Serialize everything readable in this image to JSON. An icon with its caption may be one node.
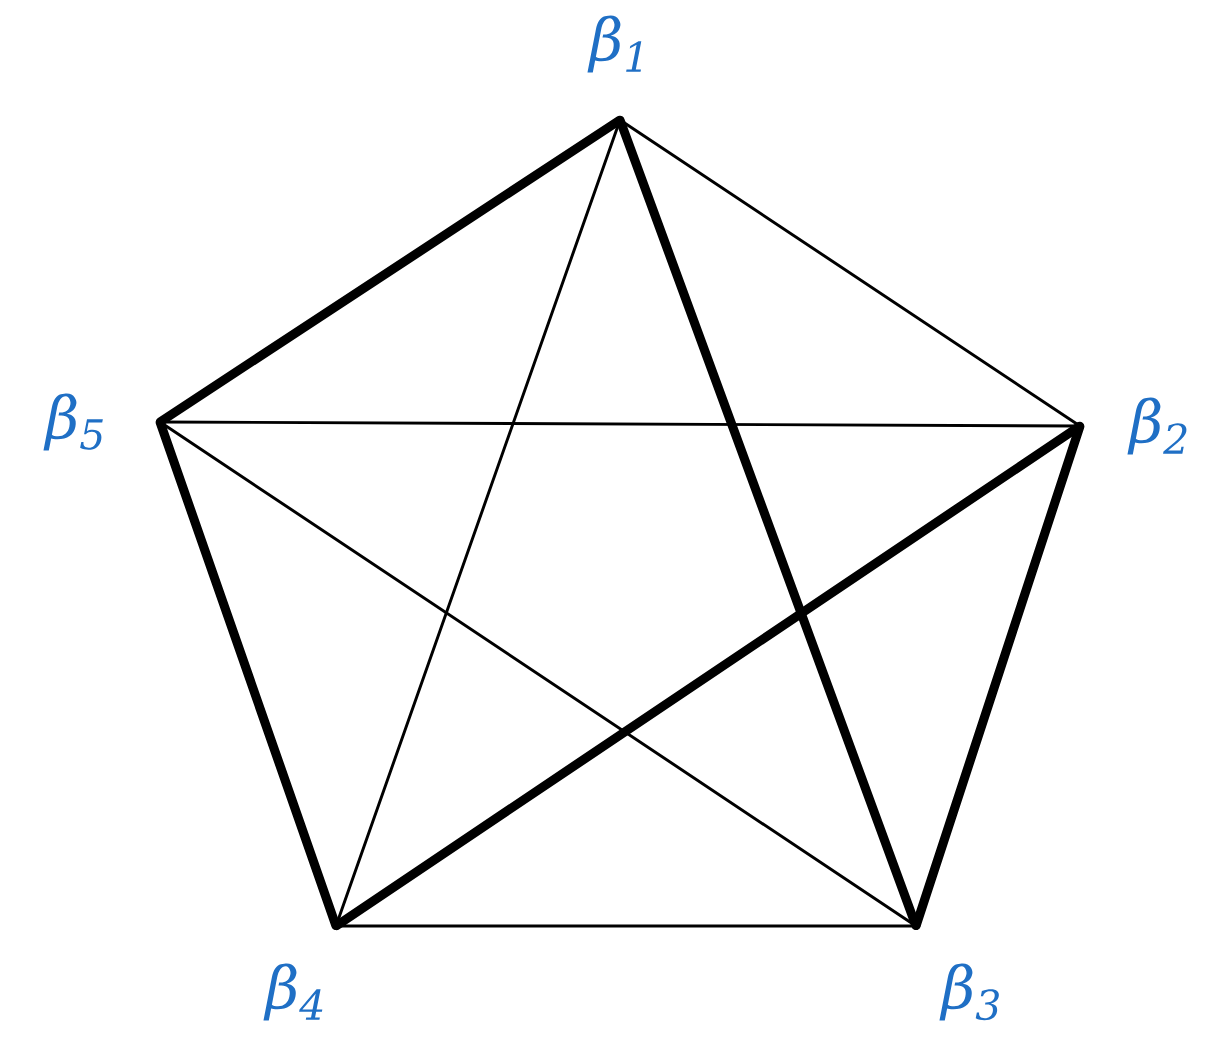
{
  "diagram": {
    "nodes": [
      {
        "text": [],
        "shape": "point",
        "beside": [
          "β$_{1}$"
        ]
      },
      {
        "text": [],
        "shape": "point",
        "beside": [
          "β$_{2}$"
        ]
      },
      {
        "text": [],
        "shape": "point",
        "beside": [
          "β$_{3}$"
        ]
      },
      {
        "text": [],
        "shape": "point",
        "beside": [
          "β$_{4}$"
        ]
      },
      {
        "text": [],
        "shape": "point",
        "beside": [
          "β$_{5}$"
        ]
      }
    ],
    "edges": [
      {
        "from": 0,
        "to": 4,
        "arrow": "none",
        "style": "thick"
      },
      {
        "from": 0,
        "to": 1,
        "arrow": "none"
      },
      {
        "from": 0,
        "to": 2,
        "arrow": "none",
        "style": "thick"
      },
      {
        "from": 0,
        "to": 3,
        "arrow": "none"
      },
      {
        "from": 4,
        "to": 1,
        "arrow": "none"
      },
      {
        "from": 4,
        "to": 3,
        "arrow": "none",
        "style": "thick"
      },
      {
        "from": 4,
        "to": 2,
        "arrow": "none"
      },
      {
        "from": 1,
        "to": 3,
        "arrow": "none",
        "style": "thick"
      },
      {
        "from": 1,
        "to": 2,
        "arrow": "none",
        "style": "thick"
      },
      {
        "from": 3,
        "to": 2,
        "arrow": "none"
      }
    ]
  }
}
